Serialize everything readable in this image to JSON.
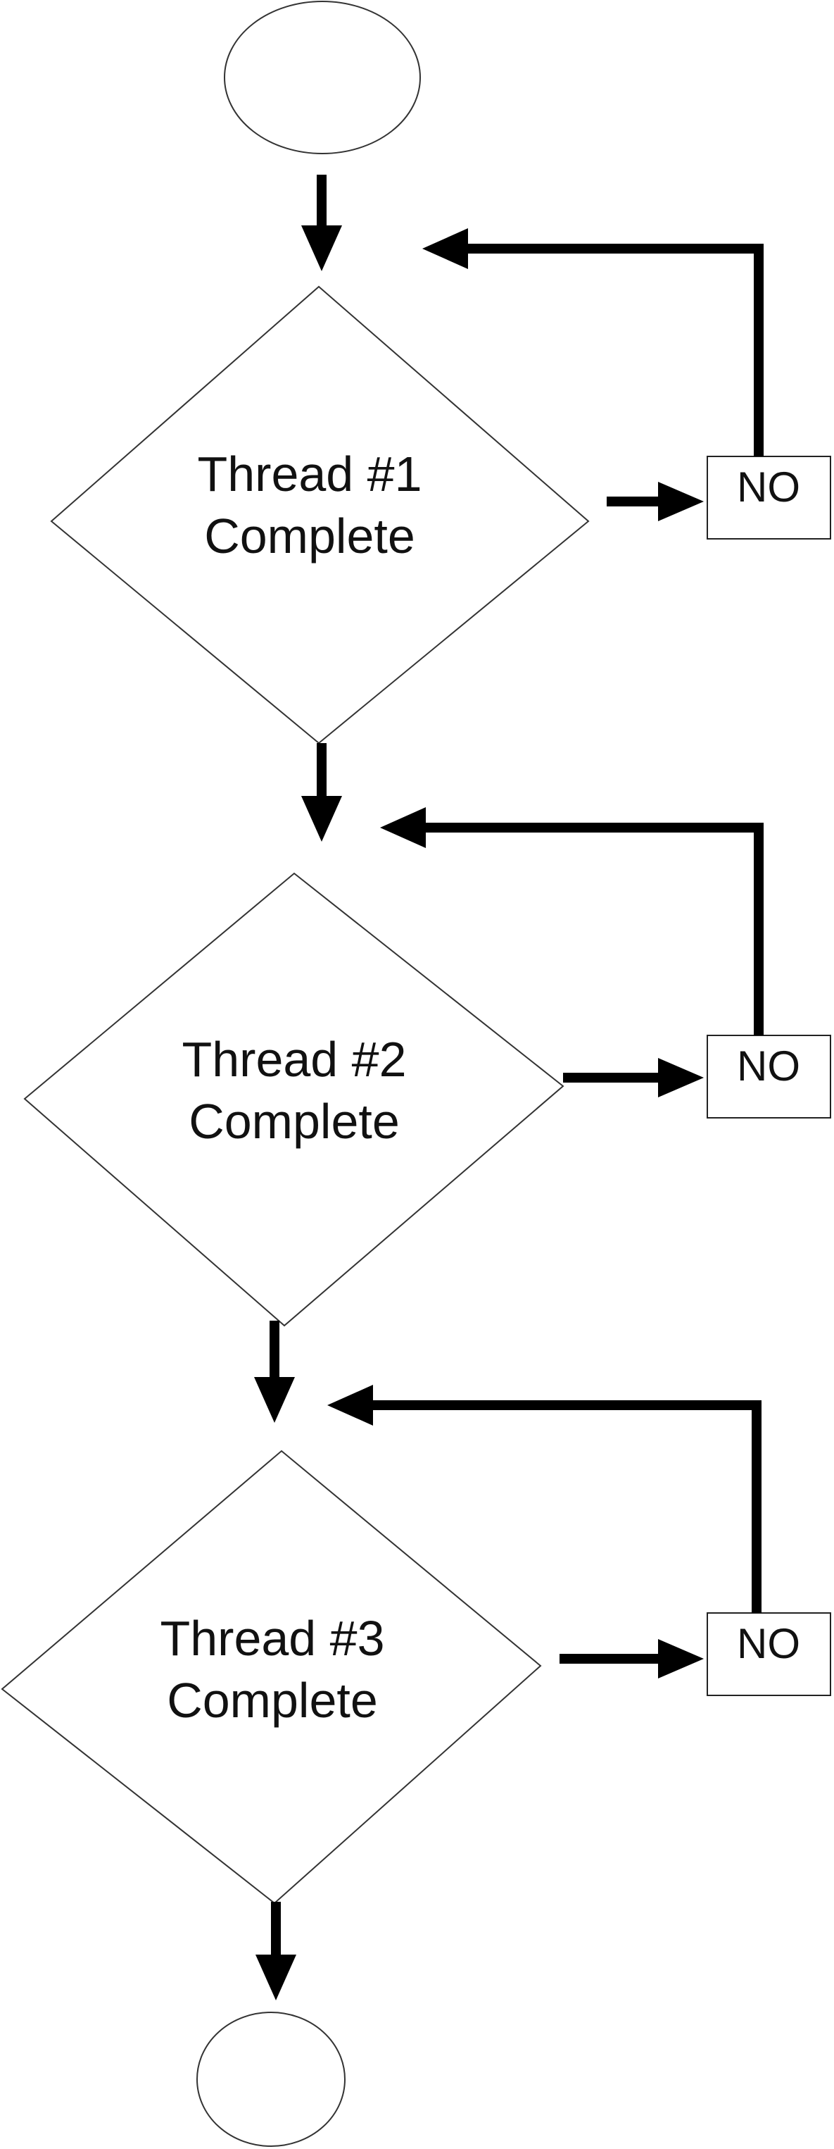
{
  "diagram": {
    "type": "flowchart",
    "start_node": {
      "shape": "ellipse",
      "text": ""
    },
    "end_node": {
      "shape": "ellipse",
      "text": ""
    },
    "decisions": [
      {
        "line1": "Thread #1",
        "line2": "Complete",
        "branch": "NO"
      },
      {
        "line1": "Thread #2",
        "line2": "Complete",
        "branch": "NO"
      },
      {
        "line1": "Thread #3",
        "line2": "Complete",
        "branch": "NO"
      }
    ]
  }
}
